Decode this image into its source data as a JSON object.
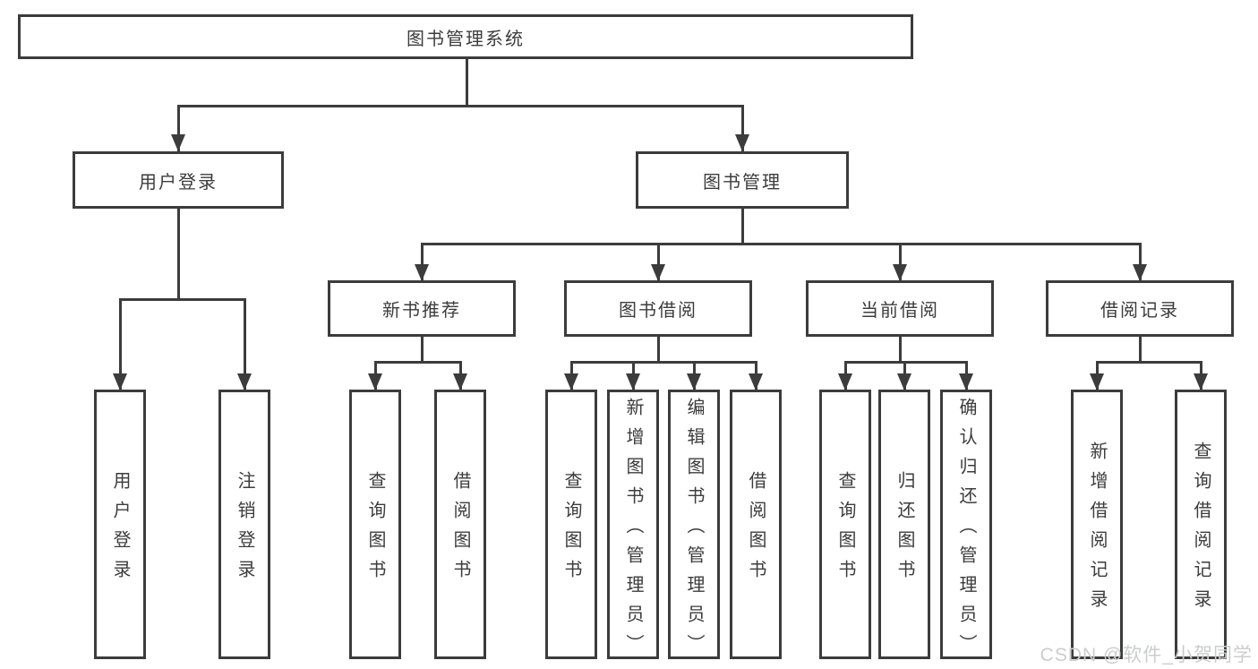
{
  "tree": {
    "root": "图书管理系统",
    "branches": [
      {
        "label": "用户登录",
        "leaves": [
          "用户登录",
          "注销登录"
        ]
      },
      {
        "label": "图书管理",
        "groups": [
          {
            "label": "新书推荐",
            "leaves": [
              "查询图书",
              "借阅图书"
            ]
          },
          {
            "label": "图书借阅",
            "leaves": [
              "查询图书",
              "新增图书（管理员）",
              "编辑图书（管理员）",
              "借阅图书"
            ]
          },
          {
            "label": "当前借阅",
            "leaves": [
              "查询图书",
              "归还图书",
              "确认归还（管理员）"
            ]
          },
          {
            "label": "借阅记录",
            "leaves": [
              "新增借阅记录",
              "查询借阅记录"
            ]
          }
        ]
      }
    ]
  },
  "watermark": {
    "text": "CSDN @软件_小贺同学"
  },
  "colors": {
    "line": "#3c3c3c",
    "text": "#3c3c3c",
    "background": "#ffffff",
    "watermark": "#cbcdce"
  }
}
